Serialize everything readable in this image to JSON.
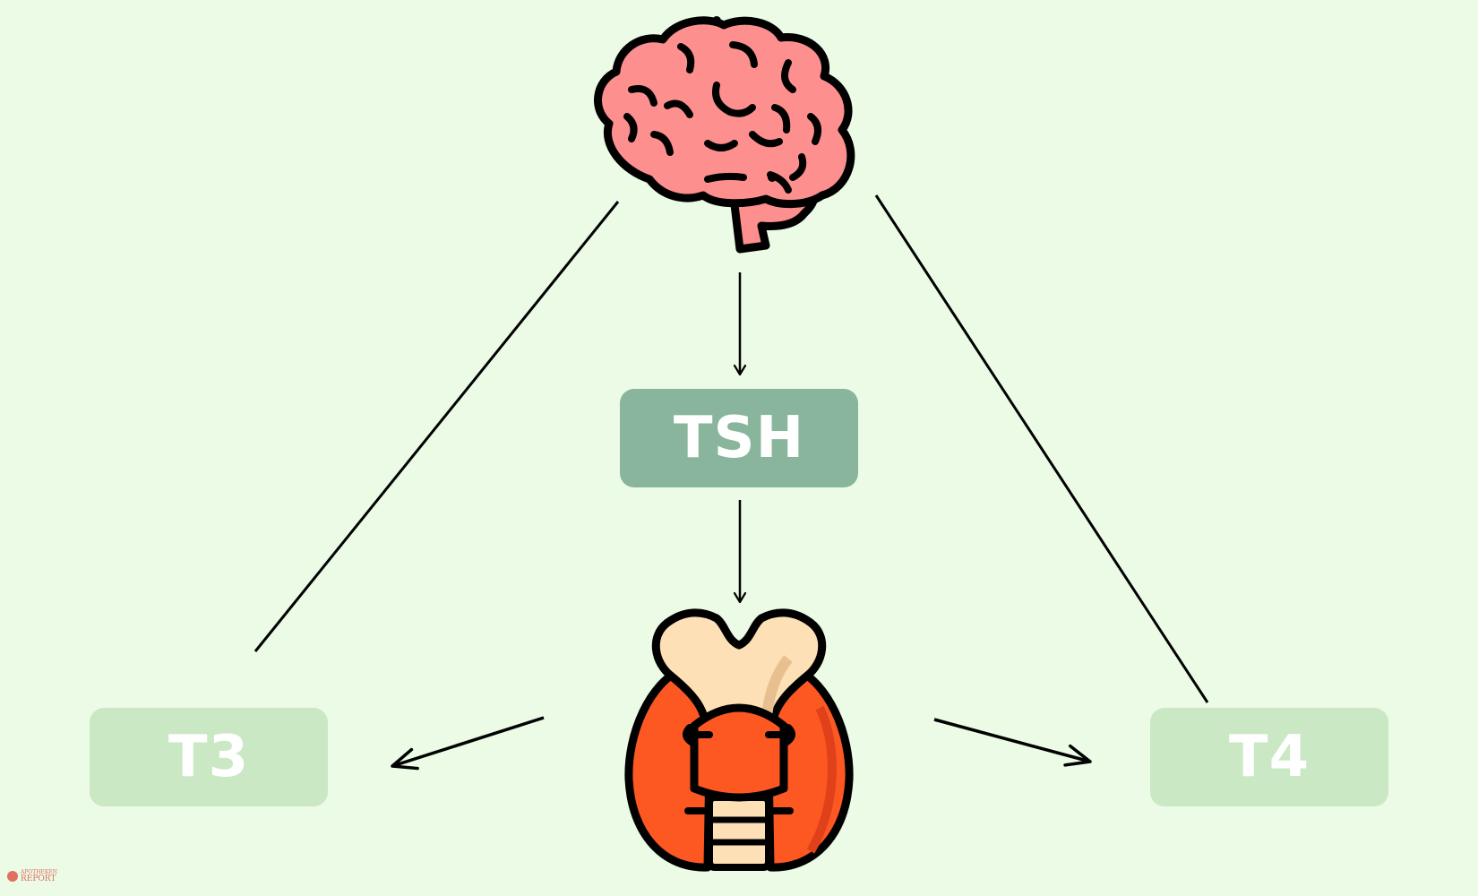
{
  "nodes": {
    "tsh": {
      "label": "TSH"
    },
    "t3": {
      "label": "T3"
    },
    "t4": {
      "label": "T4"
    }
  },
  "watermark": {
    "line1": "APOTHEKEN",
    "line2": "REPORT"
  },
  "colors": {
    "background": "#ebfbe6",
    "tsh_box": "#88b59b",
    "hormone_box": "#cae8c4",
    "brain_fill": "#fe8f8f",
    "thyroid_fill": "#fd5722",
    "thyroid_shadow": "#e0401a",
    "trachea_fill": "#fde0b6",
    "trachea_shadow": "#e8c08f",
    "stroke": "#000000"
  },
  "icons": {
    "brain": "brain-icon",
    "thyroid": "thyroid-icon"
  }
}
